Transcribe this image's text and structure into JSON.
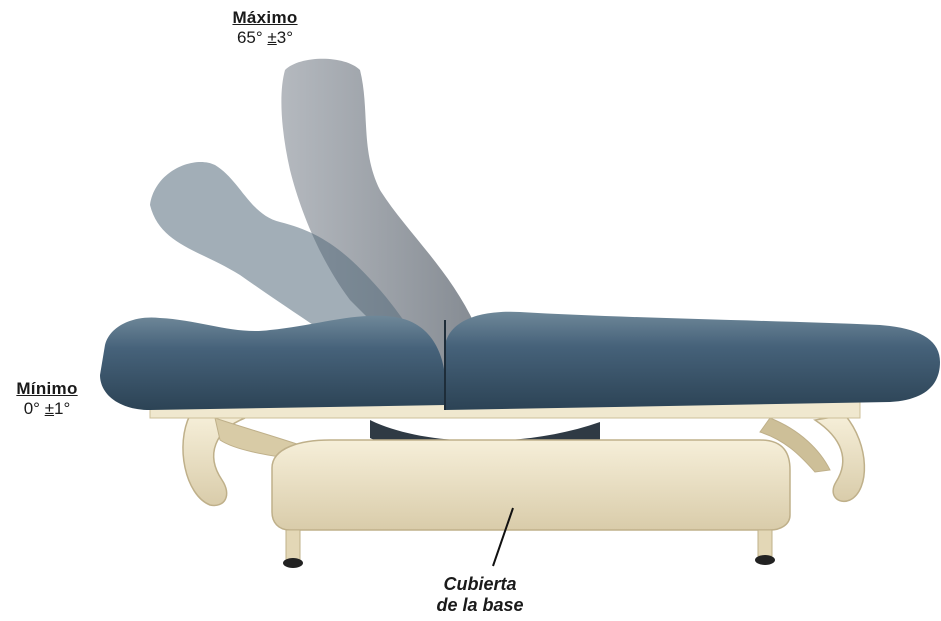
{
  "labels": {
    "maximum": {
      "title": "Máximo",
      "angle": "65°",
      "pm": "±",
      "tolerance": "3°"
    },
    "minimum": {
      "title": "Mínimo",
      "angle": "0°",
      "pm": "±",
      "tolerance": "1°"
    },
    "base_cover": {
      "line1": "Cubierta",
      "line2": "de la base"
    }
  },
  "colors": {
    "upholstery": "#3e5a6e",
    "upholstery_highlight": "#6f8899",
    "base": "#eee3c6",
    "base_shadow": "#cdbf98",
    "ghost_backrest": "#5e6670"
  }
}
